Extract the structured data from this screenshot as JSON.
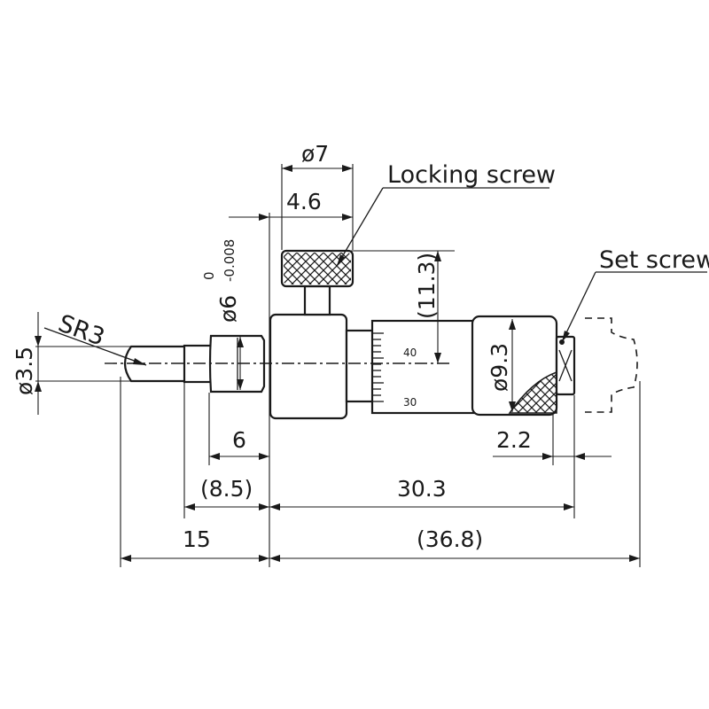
{
  "labels": {
    "locking_screw": "Locking screw",
    "set_screw": "Set screw",
    "sr3": "SR3"
  },
  "dimensions": {
    "d7": "ø7",
    "d4_6": "4.6",
    "d6": "ø6",
    "d6_tol_upper": "0",
    "d6_tol_lower": "-0.008",
    "d11_3": "(11.3)",
    "d9_3": "ø9.3",
    "d3_5": "ø3.5",
    "d6_len": "6",
    "d8_5": "(8.5)",
    "d30_3": "30.3",
    "d15": "15",
    "d36_8": "(36.8)",
    "d2_2": "2.2"
  },
  "thimble_scale": {
    "upper": "40",
    "lower": "30"
  }
}
